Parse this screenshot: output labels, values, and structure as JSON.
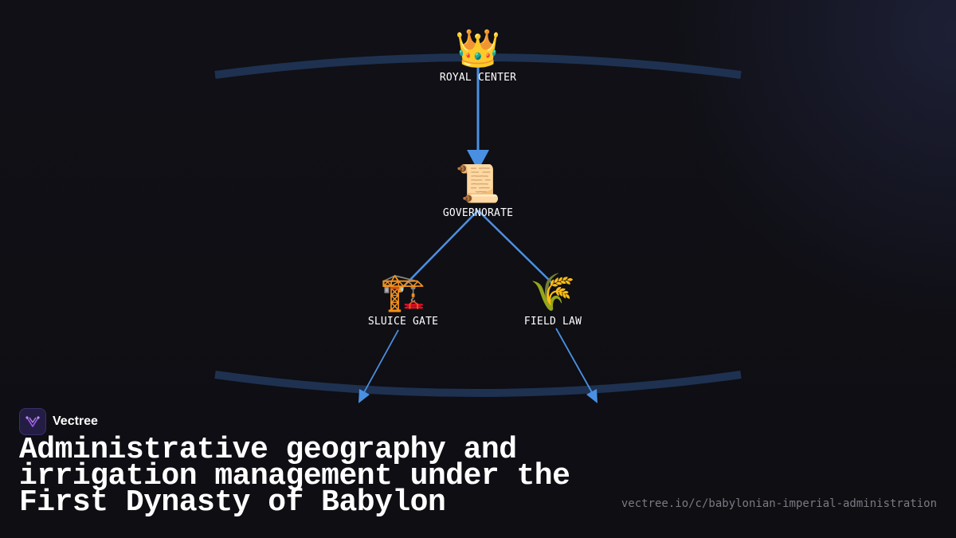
{
  "brand": {
    "name": "Vectree",
    "accent": "#a35cf0"
  },
  "title": "Administrative geography and irrigation management under the First Dynasty of Babylon",
  "url": "vectree.io/c/babylonian-imperial-administration",
  "colors": {
    "edge": "#4a90e2",
    "arc": "#1e3150",
    "text": "#ffffff",
    "muted": "#7a7a82"
  },
  "nodes": [
    {
      "id": "royal",
      "icon": "👑",
      "icon_name": "crown-icon",
      "label": "ROYAL CENTER"
    },
    {
      "id": "gov",
      "icon": "📜",
      "icon_name": "scroll-icon",
      "label": "GOVERNORATE"
    },
    {
      "id": "sluice",
      "icon": "🏗️",
      "icon_name": "construction-crane-icon",
      "label": "SLUICE GATE"
    },
    {
      "id": "field",
      "icon": "🌾",
      "icon_name": "sheaf-of-rice-icon",
      "label": "FIELD LAW"
    }
  ],
  "edges": [
    {
      "from": "royal",
      "to": "gov"
    },
    {
      "from": "gov",
      "to": "sluice"
    },
    {
      "from": "gov",
      "to": "field"
    },
    {
      "from": "sluice",
      "to": "offscreen-left"
    },
    {
      "from": "field",
      "to": "offscreen-right"
    }
  ]
}
